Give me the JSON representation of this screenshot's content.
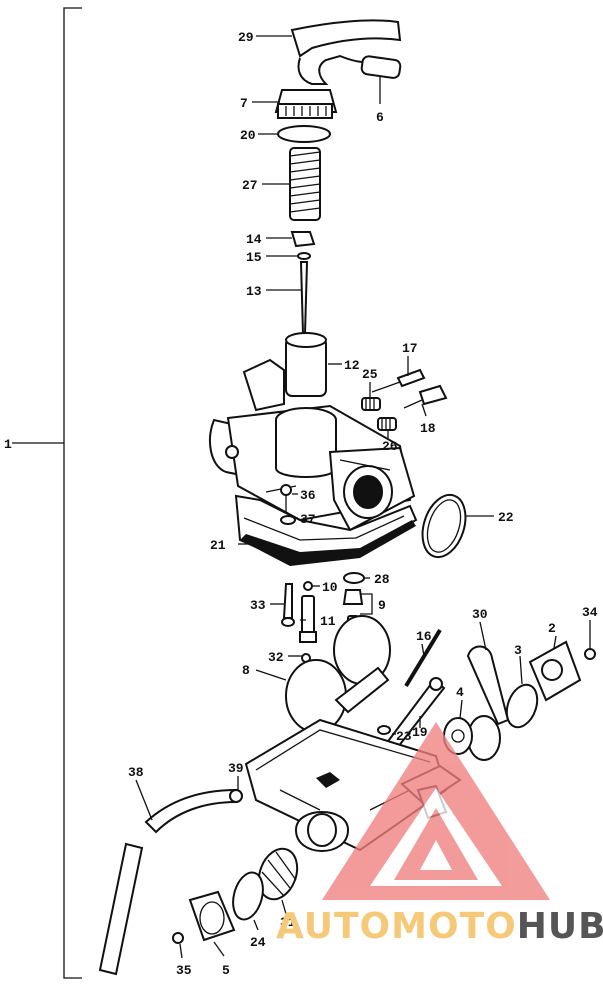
{
  "diagram": {
    "assembly_label": "1",
    "callouts": [
      {
        "id": "c29",
        "text": "29"
      },
      {
        "id": "c6",
        "text": "6"
      },
      {
        "id": "c7",
        "text": "7"
      },
      {
        "id": "c20",
        "text": "20"
      },
      {
        "id": "c27",
        "text": "27"
      },
      {
        "id": "c14",
        "text": "14"
      },
      {
        "id": "c15",
        "text": "15"
      },
      {
        "id": "c13",
        "text": "13"
      },
      {
        "id": "c12",
        "text": "12"
      },
      {
        "id": "c17",
        "text": "17"
      },
      {
        "id": "c25",
        "text": "25"
      },
      {
        "id": "c18",
        "text": "18"
      },
      {
        "id": "c26",
        "text": "26"
      },
      {
        "id": "c36",
        "text": "36"
      },
      {
        "id": "c37",
        "text": "37"
      },
      {
        "id": "c22",
        "text": "22"
      },
      {
        "id": "c21",
        "text": "21"
      },
      {
        "id": "c10",
        "text": "10"
      },
      {
        "id": "c28",
        "text": "28"
      },
      {
        "id": "c33",
        "text": "33"
      },
      {
        "id": "c11",
        "text": "11"
      },
      {
        "id": "c9",
        "text": "9"
      },
      {
        "id": "c32",
        "text": "32"
      },
      {
        "id": "c16",
        "text": "16"
      },
      {
        "id": "c30",
        "text": "30"
      },
      {
        "id": "c2",
        "text": "2"
      },
      {
        "id": "c34",
        "text": "34"
      },
      {
        "id": "c3",
        "text": "3"
      },
      {
        "id": "c8",
        "text": "8"
      },
      {
        "id": "c4",
        "text": "4"
      },
      {
        "id": "c19",
        "text": "19"
      },
      {
        "id": "c23",
        "text": "23"
      },
      {
        "id": "c38",
        "text": "38"
      },
      {
        "id": "c39",
        "text": "39"
      },
      {
        "id": "c31",
        "text": "31"
      },
      {
        "id": "c24",
        "text": "24"
      },
      {
        "id": "c35",
        "text": "35"
      },
      {
        "id": "c5",
        "text": "5"
      }
    ]
  },
  "watermark": {
    "part1": "AUTOMOTO",
    "part2": "HUB",
    "colors": {
      "red": "#f08080",
      "orange": "#f5c978",
      "dark": "#555555"
    }
  }
}
